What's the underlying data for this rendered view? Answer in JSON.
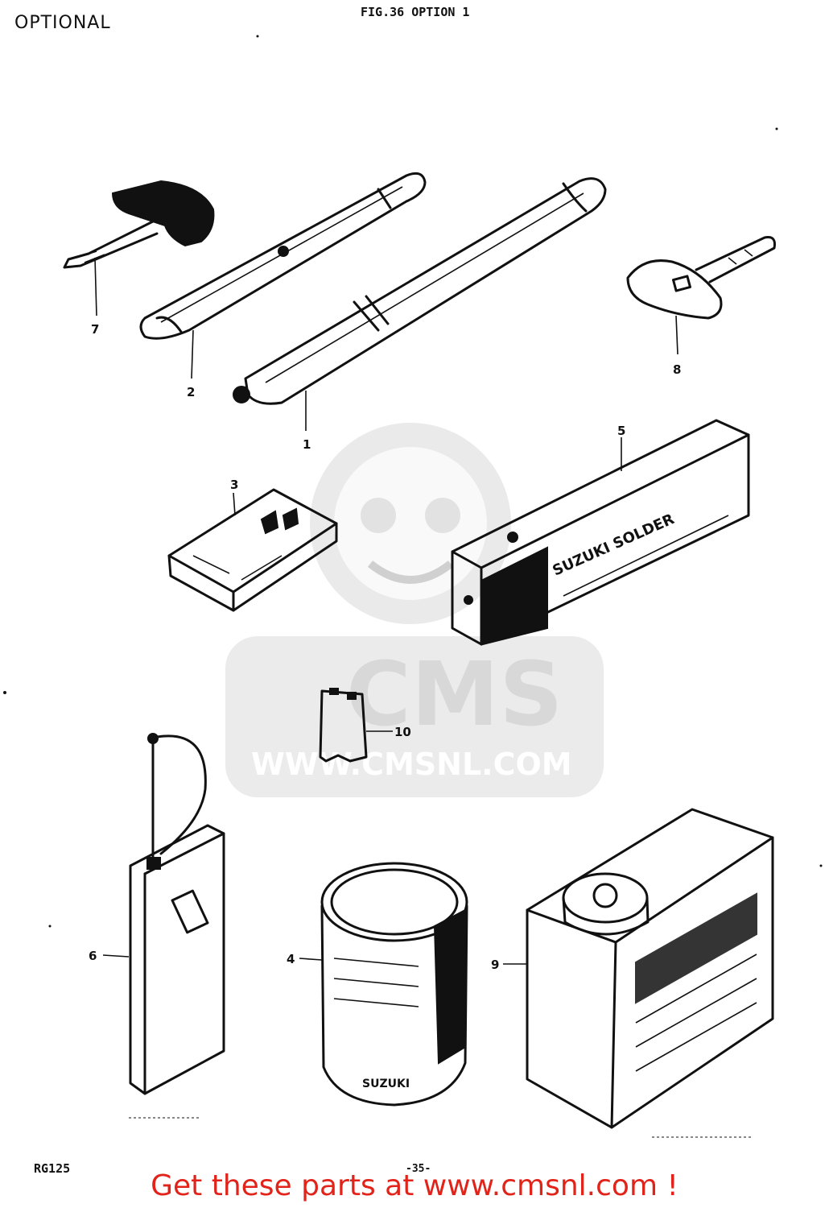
{
  "page": {
    "label": "OPTIONAL",
    "figure_header": "FIG.36 OPTION 1",
    "model_code": "RG125",
    "page_number": "-35-"
  },
  "watermark": {
    "brand": "CMS",
    "url": "WWW.CMSNL.COM"
  },
  "footer": {
    "link_text": "Get these parts at www.cmsnl.com !",
    "link_color": "#e2231a"
  },
  "parts": [
    {
      "id": "1",
      "name": "pump-icon"
    },
    {
      "id": "2",
      "name": "pouch-tube-icon"
    },
    {
      "id": "3",
      "name": "repair-kit-box-icon"
    },
    {
      "id": "4",
      "name": "paint-can-icon"
    },
    {
      "id": "5",
      "name": "solder-box-icon"
    },
    {
      "id": "6",
      "name": "radio-unit-icon"
    },
    {
      "id": "7",
      "name": "key-large-icon"
    },
    {
      "id": "8",
      "name": "key-small-icon"
    },
    {
      "id": "9",
      "name": "oil-can-icon"
    },
    {
      "id": "10",
      "name": "label-tag-icon"
    }
  ],
  "callouts": {
    "c1": "1",
    "c2": "2",
    "c3": "3",
    "c4": "4",
    "c5": "5",
    "c6": "6",
    "c7": "7",
    "c8": "8",
    "c9": "9",
    "c10": "10"
  },
  "box_text": {
    "solder_brand": "SUZUKI SOLDER",
    "can_brand": "SUZUKI"
  }
}
